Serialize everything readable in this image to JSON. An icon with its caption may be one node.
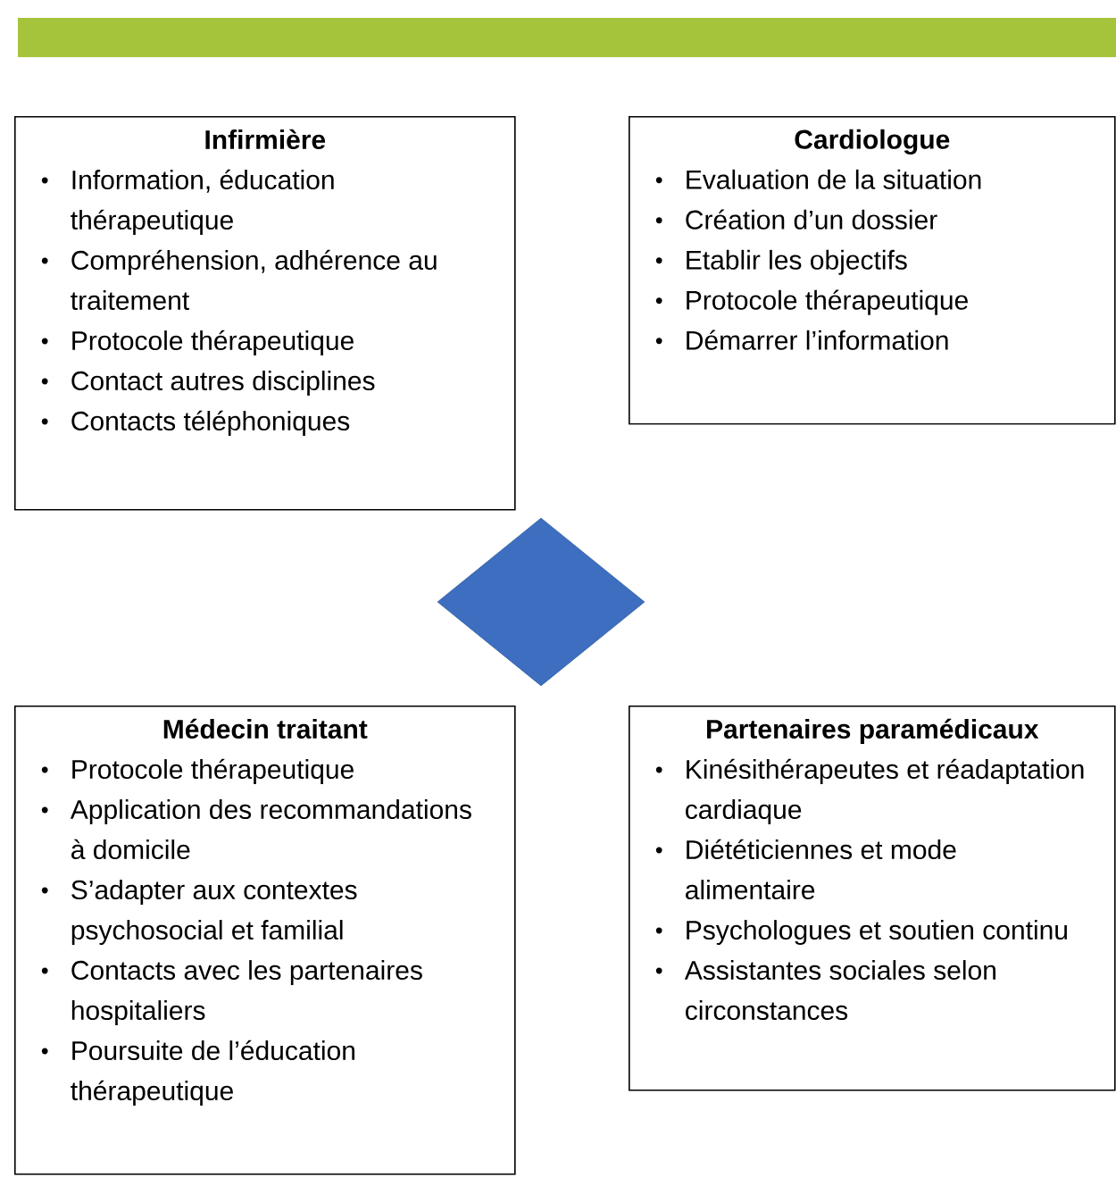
{
  "diagram": {
    "nodes": [
      {
        "text": [
          "Infirmière",
          "Information, éducation thérapeutique",
          "Compréhension, adhérence au traitement",
          "Protocole thérapeutique",
          "Contact autres disciplines",
          "Contacts téléphoniques"
        ]
      },
      {
        "text": [
          "Cardiologue",
          "Evaluation de la situation",
          "Création d’un dossier",
          "Etablir les objectifs",
          "Protocole thérapeutique",
          "Démarrer l’information"
        ]
      },
      {
        "text": [],
        "shape": "diamond"
      },
      {
        "text": [
          "Médecin traitant",
          "Protocole thérapeutique",
          "Application des recommandations à domicile",
          "S’adapter aux contextes psychosocial et familial",
          "Contacts avec les partenaires hospitaliers",
          "Poursuite de l’éducation thérapeutique"
        ]
      },
      {
        "text": [
          "Partenaires paramédicaux",
          "Kinésithérapeutes et réadaptation cardiaque",
          "Diététiciennes et mode alimentaire",
          "Psychologues et soutien continu",
          "Assistantes sociales selon circonstances"
        ]
      }
    ]
  }
}
